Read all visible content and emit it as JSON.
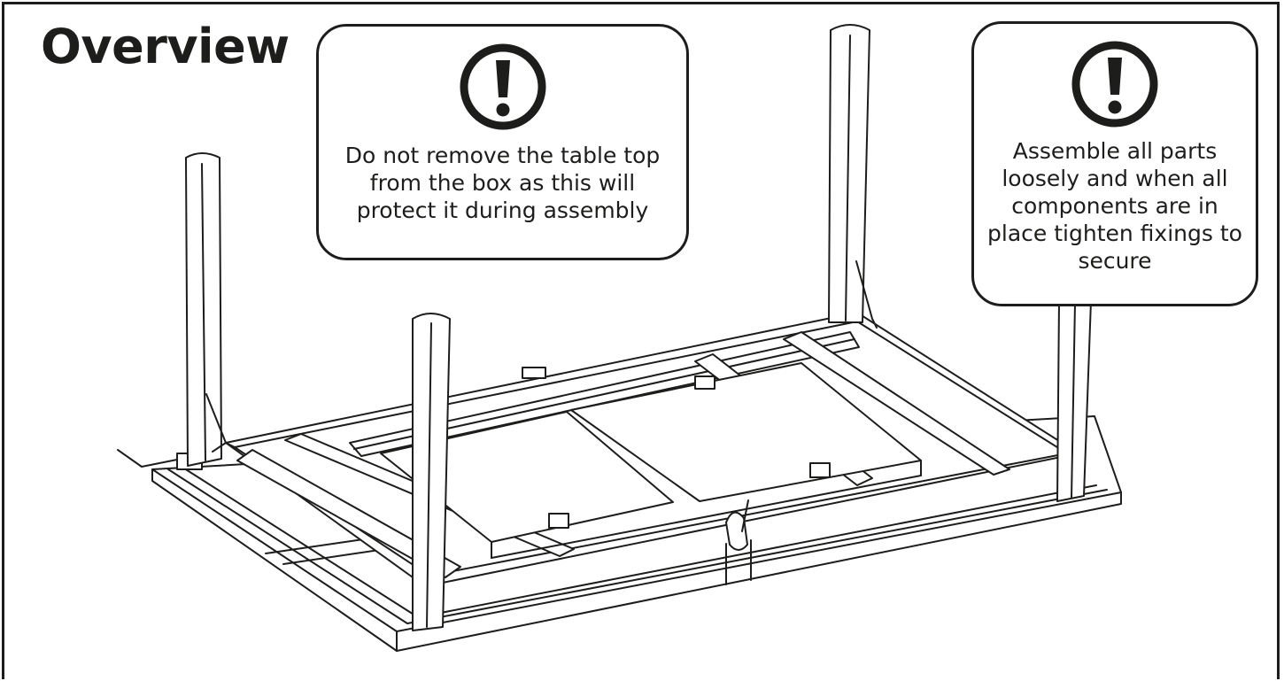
{
  "title": "Overview",
  "callouts": [
    {
      "text": "Do not remove the table top from the box as this will protect it during assembly"
    },
    {
      "text": "Assemble all parts loosely and when all components are in place tighten fixings to secure"
    }
  ],
  "colors": {
    "ink": "#1d1d1b",
    "background": "#ffffff"
  },
  "icons": {
    "callout": "exclamation-warning-icon"
  }
}
